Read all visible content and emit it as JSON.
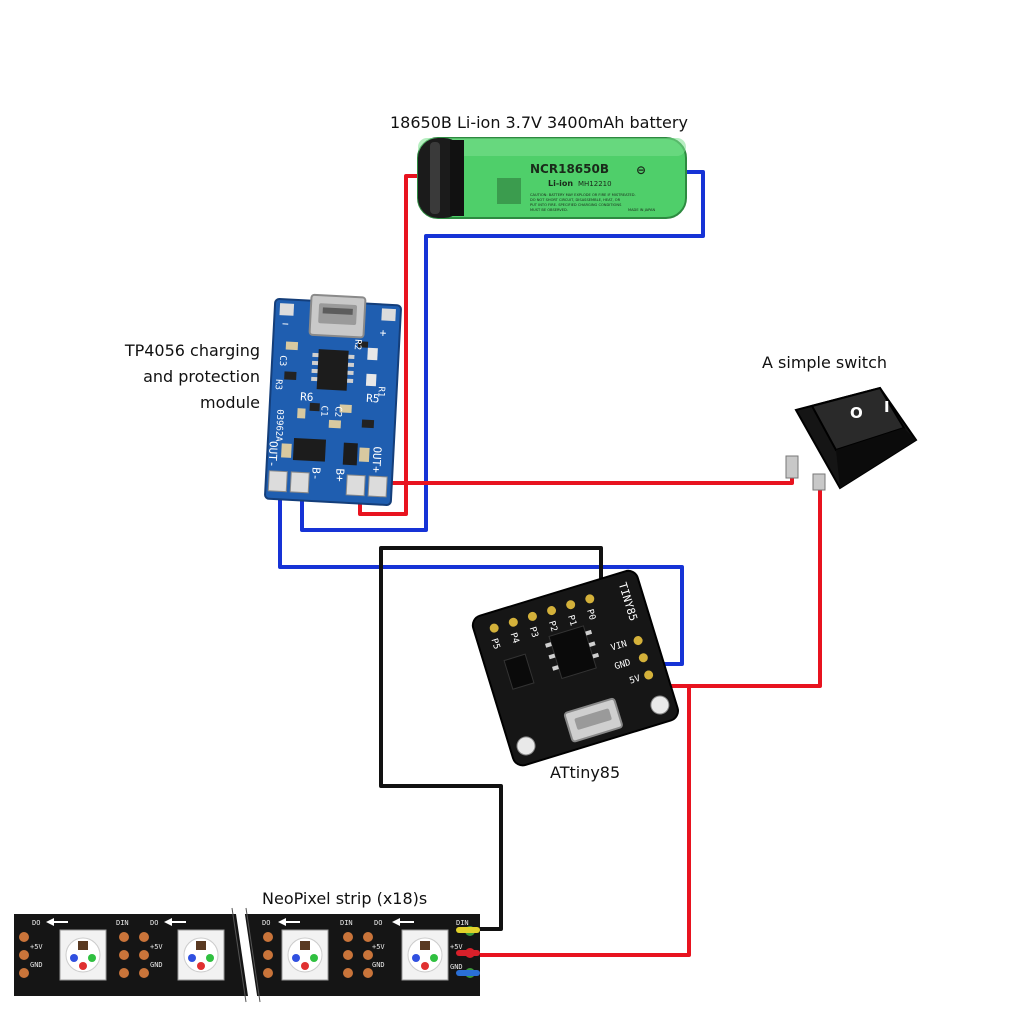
{
  "labels": {
    "battery": "18650B Li-ion 3.7V 3400mAh battery",
    "tp4056_line1": "TP4056 charging",
    "tp4056_line2": "and protection",
    "tp4056_line3": "module",
    "switch": "A simple switch",
    "attiny": "ATtiny85",
    "neopixel": "NeoPixel strip (x18)s"
  },
  "battery": {
    "model": "NCR18650B",
    "type": "Li-ion",
    "code": "MH12210",
    "minus": "⊖",
    "warning1": "CAUTION: BATTERY MAY EXPLODE OR FIRE IF MISTREATED.",
    "warning2": "DO NOT SHORT CIRCUIT, DISASSEMBLE, HEAT, OR",
    "warning3": "PUT INTO FIRE. SPECIFIED CHARGING CONDITIONS",
    "warning4": "MUST BE OBSERVED.",
    "made_in": "MADE IN JAPAN"
  },
  "tp4056": {
    "minus": "−",
    "plus": "+",
    "c3": "C3",
    "r2": "R2",
    "r3": "R3",
    "r1": "R1",
    "r6": "R6",
    "c1": "C1",
    "c2": "C2",
    "r5": "R5",
    "code": "03962A",
    "out_minus": "OUT-",
    "out_plus": "OUT+",
    "b_minus": "B-",
    "b_plus": "B+"
  },
  "switch": {
    "off": "O",
    "on": "I"
  },
  "attiny": {
    "name": "TINY85",
    "pins": [
      "P0",
      "P1",
      "P2",
      "P3",
      "P4",
      "P5"
    ],
    "vin": "VIN",
    "gnd": "GND",
    "v5": "5V"
  },
  "strip": {
    "do": "DO",
    "din": "DIN",
    "v5": "+5V",
    "gnd": "GND"
  },
  "colors": {
    "wire_red": "#e8131f",
    "wire_blue": "#1633d6",
    "wire_black": "#111111",
    "pcb_blue": "#1f5eb0",
    "pcb_black": "#161616",
    "battery_green": "#4fcf6a"
  }
}
